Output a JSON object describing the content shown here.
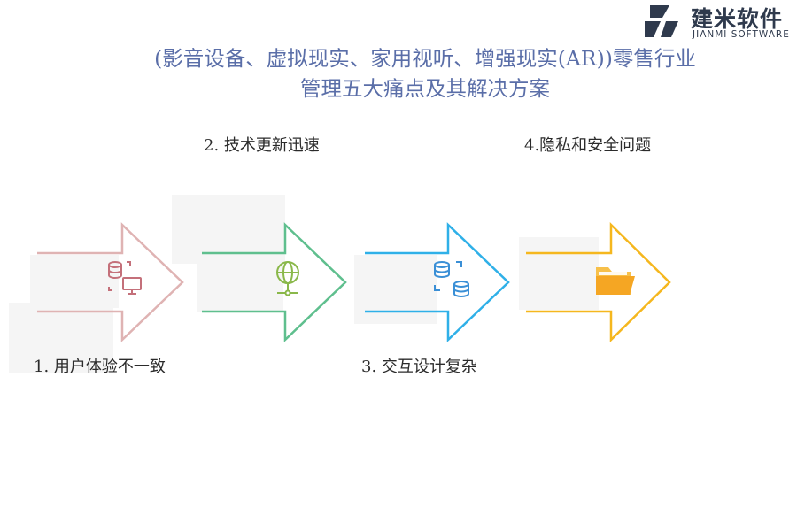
{
  "logo": {
    "name": "建米软件",
    "sub": "JIANMI SOFTWARE"
  },
  "title": {
    "line1": "(影音设备、虚拟现实、家用视听、增强现实(AR))零售行业",
    "line2": "管理五大痛点及其解决方案"
  },
  "steps": [
    {
      "label": "1.  用户体验不一致",
      "icon": "database-monitor-icon",
      "color": "#d9a8a8",
      "icon_color": "#c4707a"
    },
    {
      "label": "2.   技术更新迅速",
      "icon": "globe-network-icon",
      "color": "#5fbf8e",
      "icon_color": "#8ab84a"
    },
    {
      "label": "3.  交互设计复杂",
      "icon": "database-sync-icon",
      "color": "#2fb0e8",
      "icon_color": "#3a8fd6"
    },
    {
      "label": "4.隐私和安全问题",
      "icon": "folder-icon",
      "color": "#f5b71e",
      "icon_color": "#f5a623"
    }
  ],
  "colors": {
    "title": "#5a6ea8",
    "text": "#2b2b2b",
    "logo": "#2f3a4d"
  }
}
